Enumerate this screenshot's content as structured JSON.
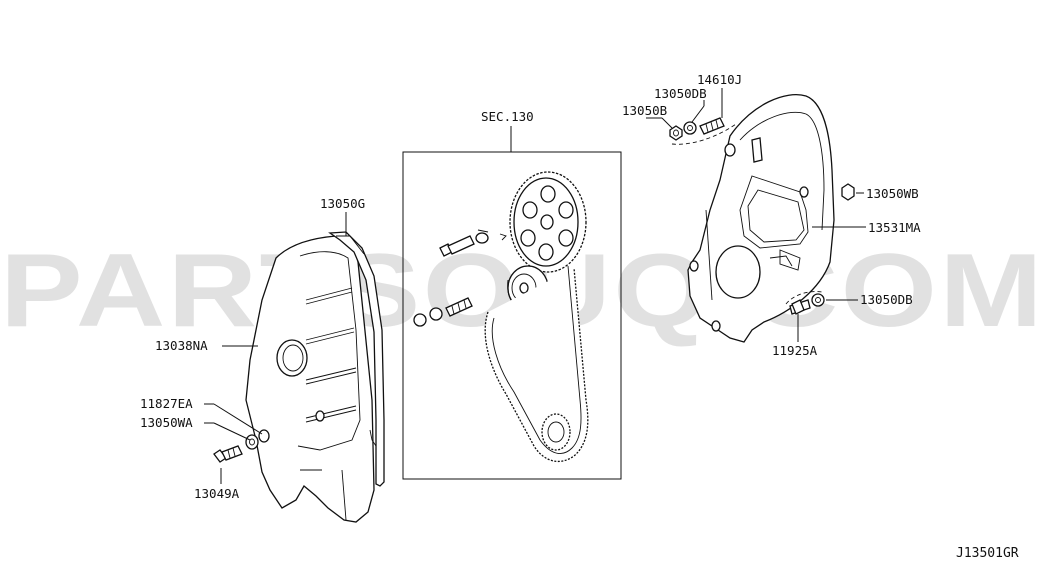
{
  "watermark": "PARTSOUQ.COM",
  "diagram_code": "J13501GR",
  "callouts": {
    "sec130": "SEC.130",
    "p13050G": "13050G",
    "p13038NA": "13038NA",
    "p11827EA": "11827EA",
    "p13050WA": "13050WA",
    "p13049A": "13049A",
    "p14610J": "14610J",
    "p13050DB_top": "13050DB",
    "p13050B": "13050B",
    "p13050WB": "13050WB",
    "p13531MA": "13531MA",
    "p13050DB_bottom": "13050DB",
    "p11925A": "11925A"
  }
}
